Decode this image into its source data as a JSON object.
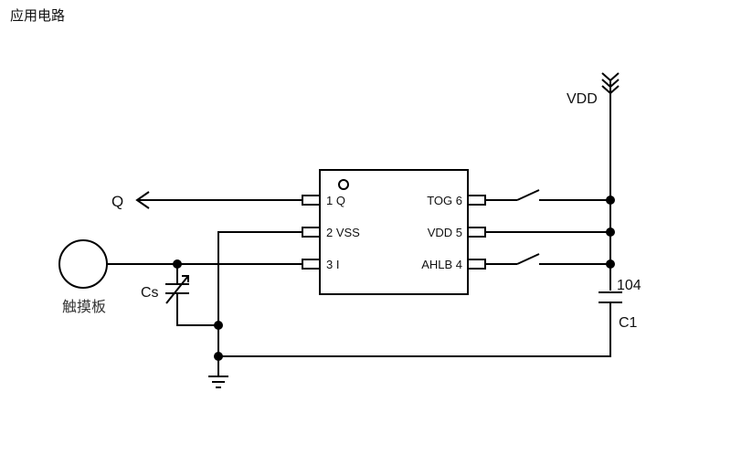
{
  "page": {
    "title": "应用电路"
  },
  "circuit": {
    "output_label": "Q",
    "supply_label": "VDD",
    "touch_pad_label": "触摸板",
    "cs_label": "Cs",
    "capacitor_value": "104",
    "capacitor_name": "C1",
    "ic_pins_left": [
      "1 Q",
      "2 VSS",
      "3 I"
    ],
    "ic_pins_right": [
      "TOG 6",
      "VDD 5",
      "AHLB 4"
    ]
  }
}
